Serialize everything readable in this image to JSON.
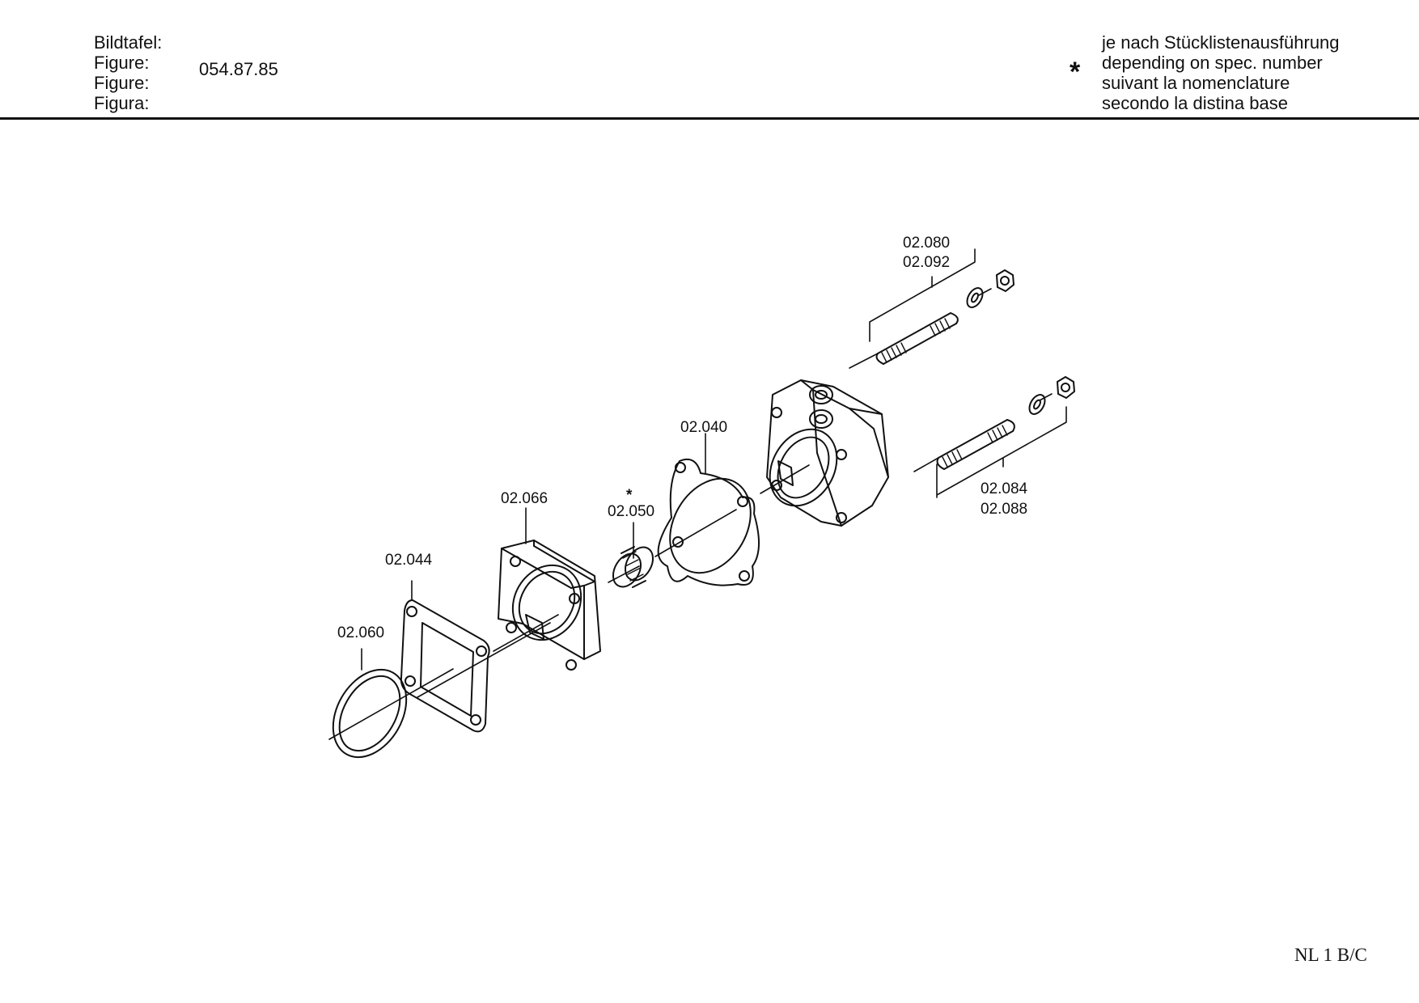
{
  "header": {
    "labels": [
      "Bildtafel:",
      "Figure:",
      "Figure:",
      "Figura:"
    ],
    "figure_number": "054.87.85",
    "asterisk": "*",
    "note_lines": [
      "je nach Stücklistenausführung",
      "depending on spec. number",
      "suivant la nomenclature",
      "secondo la distina base"
    ]
  },
  "parts": {
    "p02_080": "02.080",
    "p02_092": "02.092",
    "p02_040": "02.040",
    "p02_084": "02.084",
    "p02_088": "02.088",
    "p02_066": "02.066",
    "p02_050": "02.050",
    "p02_050_mark": "*",
    "p02_044": "02.044",
    "p02_060": "02.060"
  },
  "footer": {
    "sheet_code": "NL 1 B/C"
  }
}
